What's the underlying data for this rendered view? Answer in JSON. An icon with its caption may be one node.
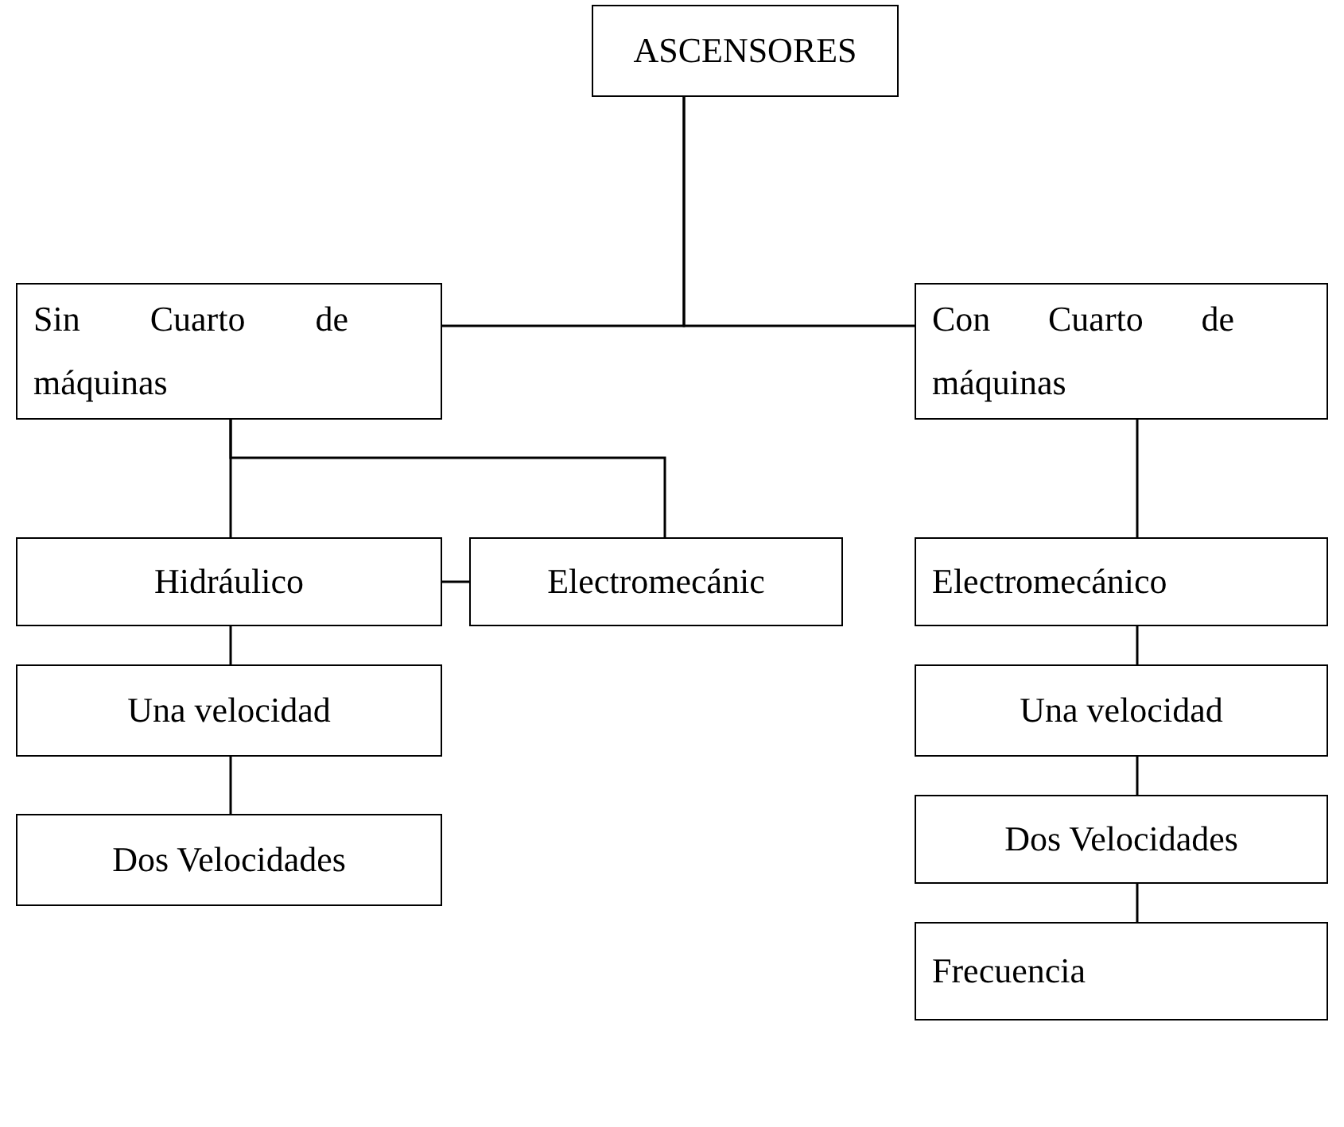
{
  "diagram": {
    "nodes": [
      {
        "text": [
          "ASCENSORES"
        ]
      },
      {
        "text": [
          "Sin Cuarto de máquinas"
        ]
      },
      {
        "text": [
          "Con Cuarto de máquinas"
        ]
      },
      {
        "text": [
          "Hidráulico"
        ]
      },
      {
        "text": [
          "Electromecánic"
        ]
      },
      {
        "text": [
          "Una velocidad"
        ]
      },
      {
        "text": [
          "Dos Velocidades"
        ]
      },
      {
        "text": [
          "Electromecánico"
        ]
      },
      {
        "text": [
          "Una velocidad"
        ]
      },
      {
        "text": [
          "Dos Velocidades"
        ]
      },
      {
        "text": [
          "Frecuencia"
        ]
      }
    ],
    "edges": [
      {
        "from": 0,
        "to": 1,
        "arrow": "none"
      },
      {
        "from": 0,
        "to": 2,
        "arrow": "none"
      },
      {
        "from": 1,
        "to": 3,
        "arrow": "none"
      },
      {
        "from": 1,
        "to": 4,
        "arrow": "none"
      },
      {
        "from": 3,
        "to": 4,
        "arrow": "none"
      },
      {
        "from": 3,
        "to": 5,
        "arrow": "none"
      },
      {
        "from": 5,
        "to": 6,
        "arrow": "none"
      },
      {
        "from": 2,
        "to": 7,
        "arrow": "none"
      },
      {
        "from": 7,
        "to": 8,
        "arrow": "none"
      },
      {
        "from": 8,
        "to": 9,
        "arrow": "none"
      },
      {
        "from": 9,
        "to": 10,
        "arrow": "none"
      }
    ]
  }
}
